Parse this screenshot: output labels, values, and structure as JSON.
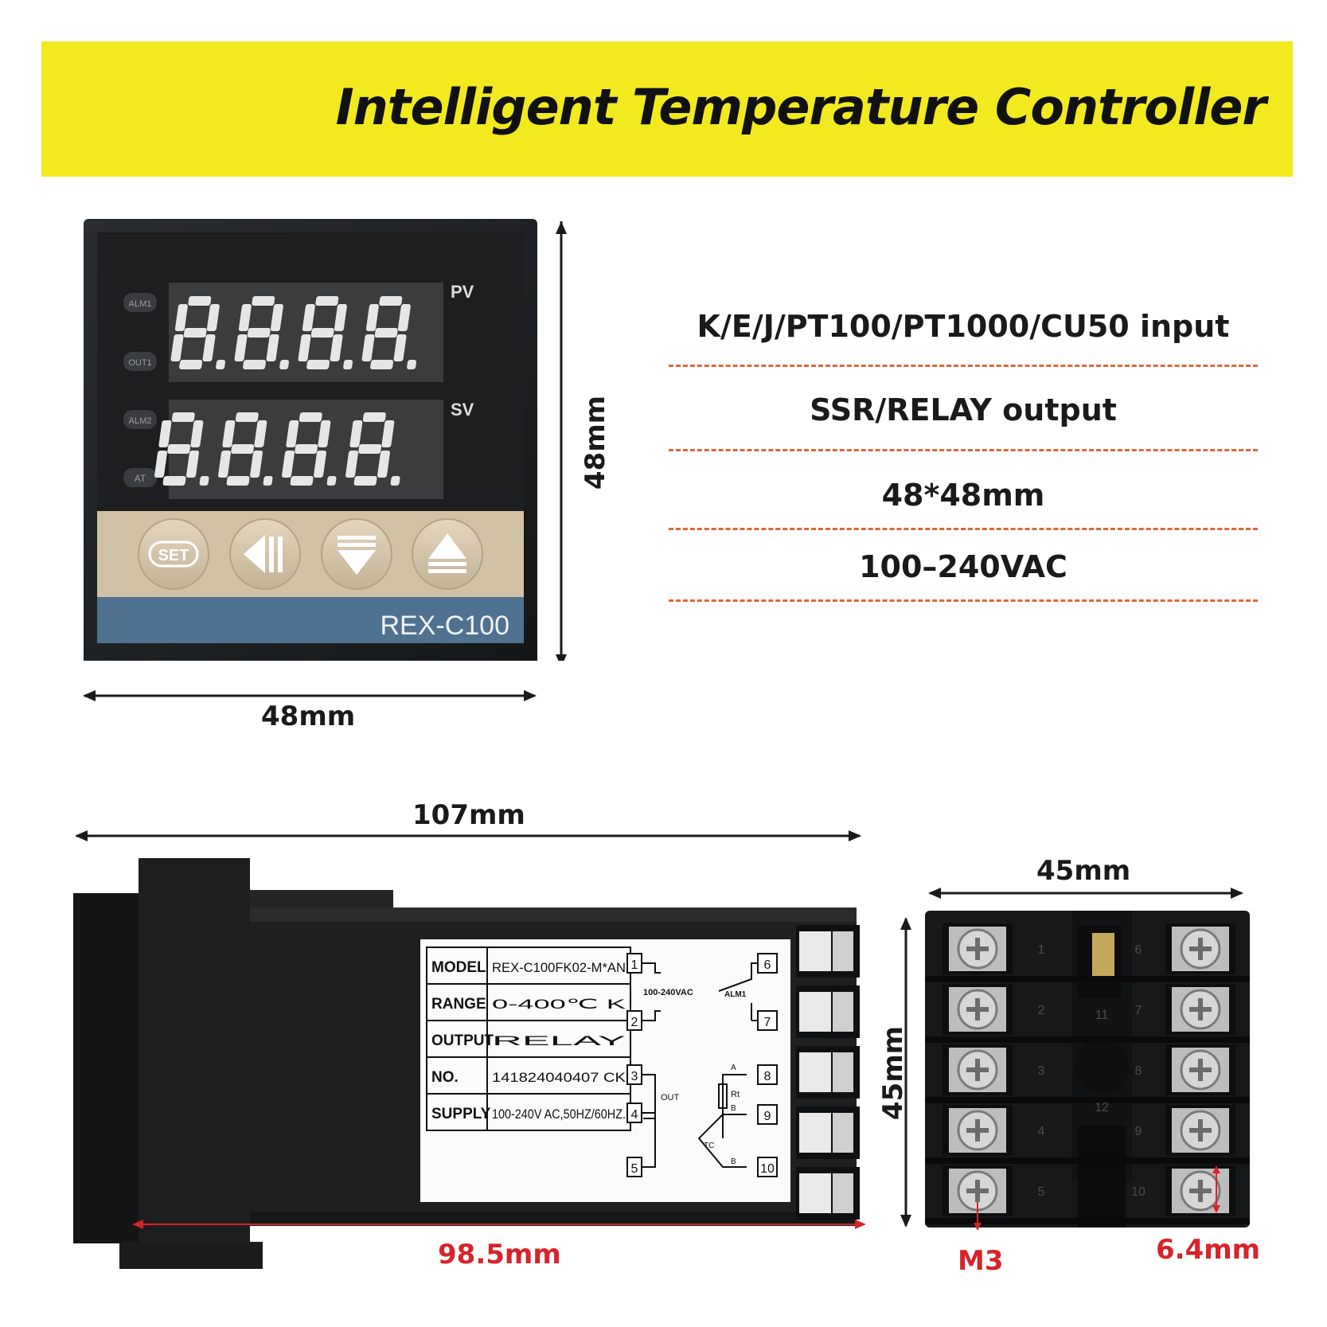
{
  "banner": {
    "title": "Intelligent Temperature Controller"
  },
  "specs": [
    "K/E/J/PT100/PT1000/CU50 input",
    "SSR/RELAY output",
    "48*48mm",
    "100–240VAC"
  ],
  "front_panel": {
    "indicators": [
      "ALM1",
      "OUT1",
      "ALM2",
      "AT"
    ],
    "pv_label": "PV",
    "sv_label": "SV",
    "set_button": "SET",
    "model": "REX-C100",
    "width_dim": "48mm",
    "height_dim": "48mm"
  },
  "side_view": {
    "length_dim": "107mm",
    "body_dim": "98.5mm",
    "label": {
      "rows": [
        {
          "key": "MODEL",
          "value": "REX-C100FK02-M*AN"
        },
        {
          "key": "RANGE",
          "value": "0-400℃ K"
        },
        {
          "key": "OUTPUT",
          "value": "RELAY"
        },
        {
          "key": "NO.",
          "value": "141824040407 CK"
        },
        {
          "key": "SUPPLY",
          "value": "100-240V AC,50HZ/60HZ."
        }
      ],
      "terminals": [
        "1",
        "2",
        "3",
        "4",
        "5",
        "6",
        "7",
        "8",
        "9",
        "10"
      ],
      "power_text": "100-240VAC",
      "alarm_text": "ALM1",
      "out_text": "OUT",
      "rt_text": "Rt",
      "a_text": "A",
      "b_text": "B",
      "tc_text": "TC"
    }
  },
  "rear_view": {
    "width_dim": "45mm",
    "height_dim": "45mm",
    "screw_dim": "M3",
    "pitch_dim": "6.4mm",
    "left_numbers": [
      "1",
      "2",
      "3",
      "4",
      "5"
    ],
    "right_numbers": [
      "6",
      "7",
      "8",
      "9",
      "10"
    ],
    "center_numbers": [
      "11",
      "12"
    ]
  }
}
